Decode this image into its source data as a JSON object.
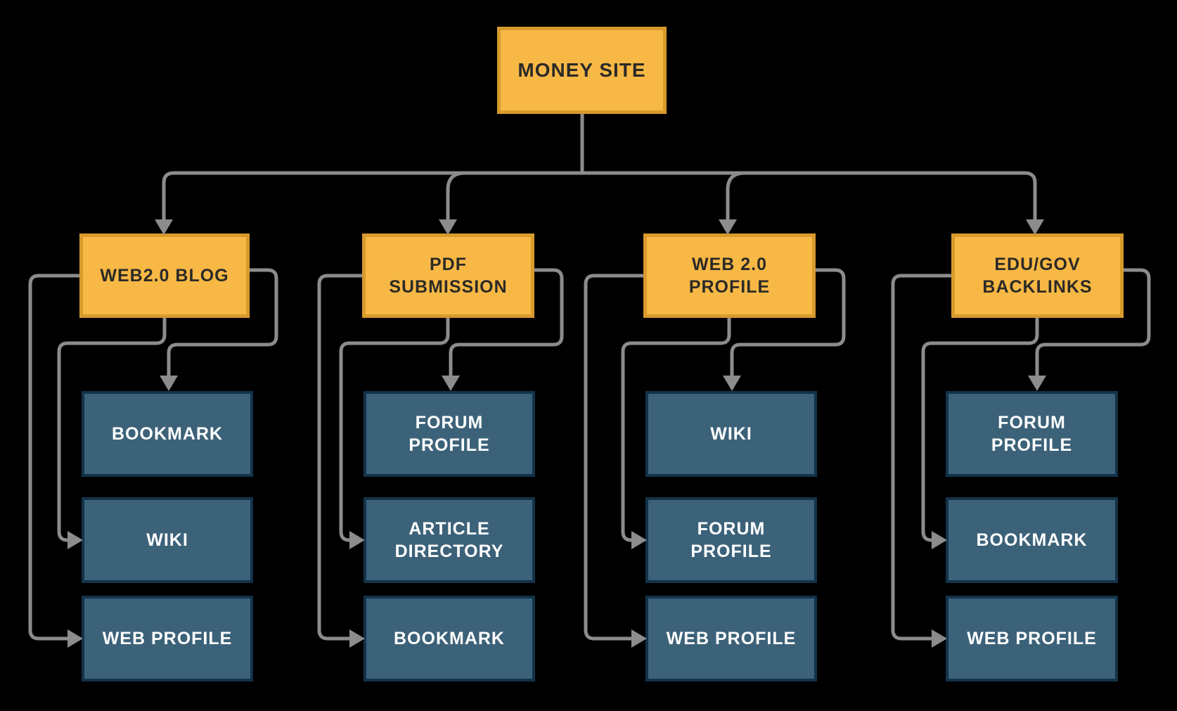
{
  "colors": {
    "background": "#000000",
    "parent_fill": "#F8B845",
    "parent_border": "#D89A2D",
    "parent_text": "#2B2A27",
    "child_fill": "#3C6279",
    "child_border": "#123349",
    "child_text": "#FFFFFF",
    "connector": "#8C8C8C"
  },
  "root": {
    "label": "MONEY SITE"
  },
  "columns": [
    {
      "parent": {
        "label": "WEB2.0 BLOG"
      },
      "children": [
        {
          "label": "BOOKMARK"
        },
        {
          "label": "WIKI"
        },
        {
          "label": "WEB PROFILE"
        }
      ]
    },
    {
      "parent": {
        "label": "PDF\nSUBMISSION"
      },
      "children": [
        {
          "label": "FORUM\nPROFILE"
        },
        {
          "label": "ARTICLE\nDIRECTORY"
        },
        {
          "label": "BOOKMARK"
        }
      ]
    },
    {
      "parent": {
        "label": "WEB 2.0\nPROFILE"
      },
      "children": [
        {
          "label": "WIKI"
        },
        {
          "label": "FORUM\nPROFILE"
        },
        {
          "label": "WEB PROFILE"
        }
      ]
    },
    {
      "parent": {
        "label": "EDU/GOV\nBACKLINKS"
      },
      "children": [
        {
          "label": "FORUM\nPROFILE"
        },
        {
          "label": "BOOKMARK"
        },
        {
          "label": "WEB PROFILE"
        }
      ]
    }
  ],
  "edges": [
    {
      "from": "MONEY SITE",
      "to": "WEB2.0 BLOG"
    },
    {
      "from": "MONEY SITE",
      "to": "PDF SUBMISSION"
    },
    {
      "from": "MONEY SITE",
      "to": "WEB 2.0 PROFILE"
    },
    {
      "from": "MONEY SITE",
      "to": "EDU/GOV BACKLINKS"
    },
    {
      "from": "WEB2.0 BLOG",
      "to": "BOOKMARK"
    },
    {
      "from": "WEB2.0 BLOG",
      "to": "WIKI"
    },
    {
      "from": "WEB2.0 BLOG",
      "to": "WEB PROFILE"
    },
    {
      "from": "PDF SUBMISSION",
      "to": "FORUM PROFILE"
    },
    {
      "from": "PDF SUBMISSION",
      "to": "ARTICLE DIRECTORY"
    },
    {
      "from": "PDF SUBMISSION",
      "to": "BOOKMARK"
    },
    {
      "from": "WEB 2.0 PROFILE",
      "to": "WIKI"
    },
    {
      "from": "WEB 2.0 PROFILE",
      "to": "FORUM PROFILE"
    },
    {
      "from": "WEB 2.0 PROFILE",
      "to": "WEB PROFILE"
    },
    {
      "from": "EDU/GOV BACKLINKS",
      "to": "FORUM PROFILE"
    },
    {
      "from": "EDU/GOV BACKLINKS",
      "to": "BOOKMARK"
    },
    {
      "from": "EDU/GOV BACKLINKS",
      "to": "WEB PROFILE"
    }
  ]
}
